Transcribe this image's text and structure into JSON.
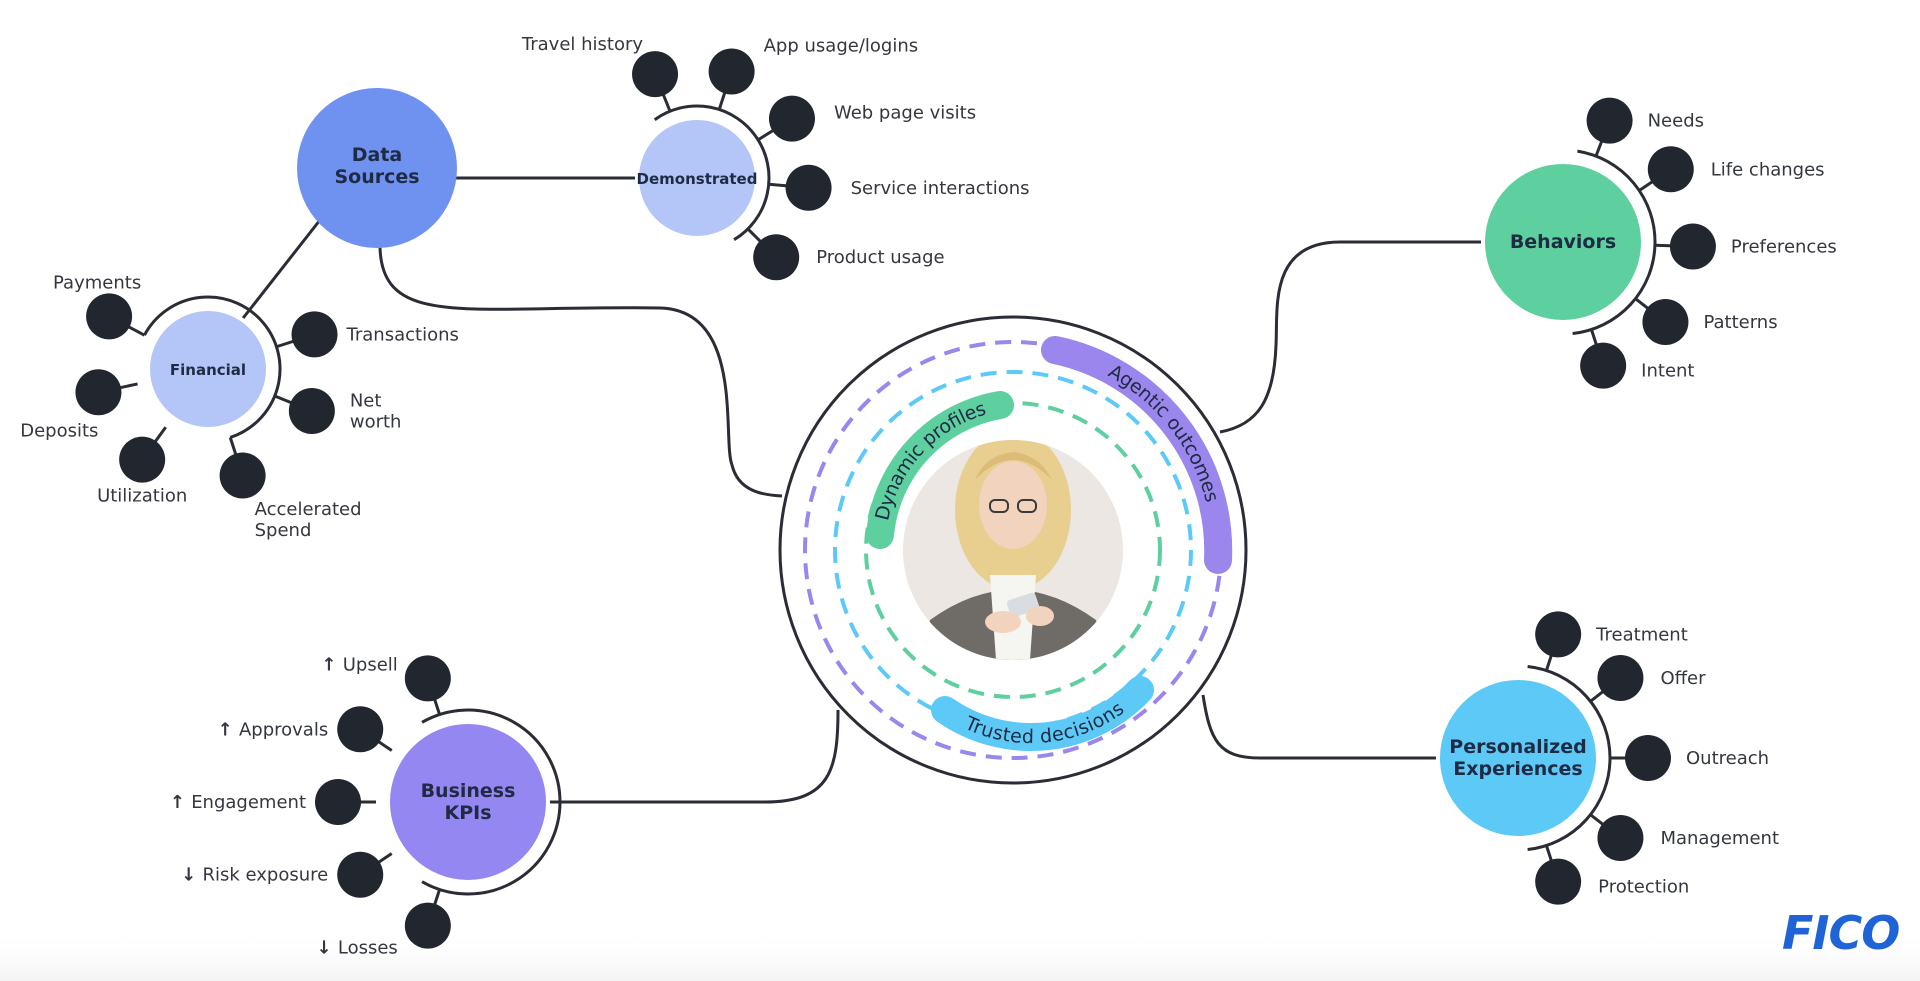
{
  "hubs": {
    "data_sources": "Data\nSources",
    "demonstrated": "Demonstrated",
    "financial": "Financial",
    "behaviors": "Behaviors",
    "business_kpis": "Business\nKPIs",
    "personalized": "Personalized\nExperiences"
  },
  "demonstrated_items": [
    "Travel history",
    "App usage/logins",
    "Web page visits",
    "Service interactions",
    "Product usage"
  ],
  "financial_items": [
    "Payments",
    "Transactions",
    "Deposits",
    "Net\nworth",
    "Utilization",
    "Accelerated\nSpend"
  ],
  "behaviors_items": [
    "Needs",
    "Life changes",
    "Preferences",
    "Patterns",
    "Intent"
  ],
  "kpi_items": [
    {
      "arrow": "up",
      "label": "Upsell"
    },
    {
      "arrow": "up",
      "label": "Approvals"
    },
    {
      "arrow": "up",
      "label": "Engagement"
    },
    {
      "arrow": "down",
      "label": "Risk exposure"
    },
    {
      "arrow": "down",
      "label": "Losses"
    }
  ],
  "personalized_items": [
    "Treatment",
    "Offer",
    "Outreach",
    "Management",
    "Protection"
  ],
  "rings": {
    "outer": "Agentic outcomes",
    "middle": "Dynamic profiles",
    "bottom": "Trusted decisions"
  },
  "logo": "FICO",
  "colors": {
    "data_sources": "#6f92f0",
    "demonstrated": "#b3c6f7",
    "financial": "#b3c6f7",
    "behaviors": "#5ecf9e",
    "business_kpis": "#9487f1",
    "personalized": "#5cc9f7",
    "node": "#22262f",
    "ring_purple": "#9a86ec",
    "ring_blue": "#5cc9f7",
    "ring_green": "#5ecf9e",
    "logo": "#1e64d6"
  }
}
